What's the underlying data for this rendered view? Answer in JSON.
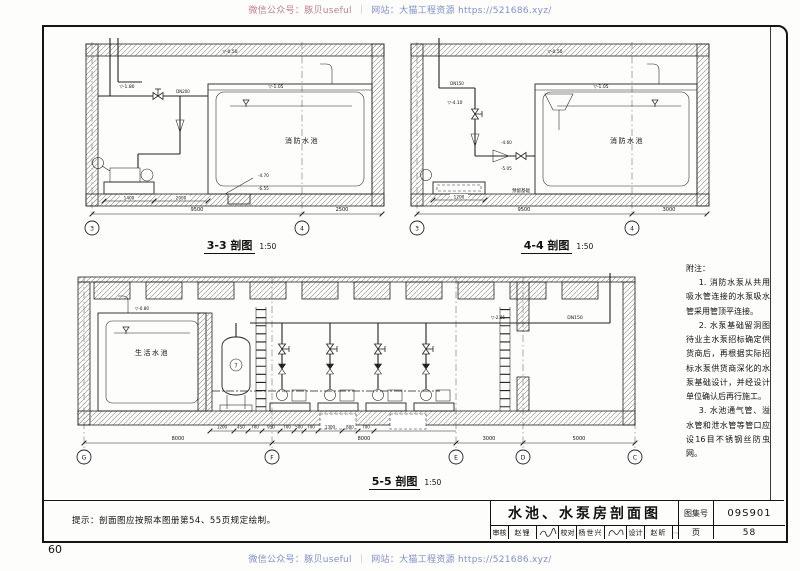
{
  "meta": {
    "page_number": "60"
  },
  "watermark": {
    "wechat": "微信公众号：豚贝useful",
    "separator": "｜",
    "site": "网站：大猫工程资源 https://521686.xyz/"
  },
  "colors": {
    "watermark_rose": "#bc7f92",
    "watermark_blue": "#8090c6",
    "ink": "#151515"
  },
  "drawings": {
    "d33": {
      "title": "3-3 剖图",
      "scale": "1:50",
      "tank_label": "消防水池",
      "bubbles": [
        "3",
        "4"
      ],
      "dim_total": "9500",
      "dim_right": "2500",
      "dim_a": "1400",
      "dim_b": "2000",
      "elev_roof": "▽-0.50",
      "elev_pipe": "▽-1.80",
      "elev_level": "▽-1.05",
      "elev_pit1": "-4.70",
      "elev_pit2": "-6.55",
      "pipe_dn": "DN200"
    },
    "d44": {
      "title": "4-4 剖图",
      "scale": "1:50",
      "tank_label": "消防水池",
      "bubbles": [
        "3",
        "4"
      ],
      "dim_total": "9500",
      "dim_right": "3000",
      "dim_a": "1200",
      "elev_roof": "▽-0.50",
      "elev_pipe": "▽-4.10",
      "elev_level": "▽-1.05",
      "elev_r1": "-4.60",
      "elev_r2": "-5.05",
      "foundation_label": "预留基础",
      "pipe_dn": "DN150"
    },
    "d55": {
      "title": "5-5 剖图",
      "scale": "1:50",
      "tank_label": "生活水池",
      "bubbles": [
        "G",
        "F",
        "E",
        "D",
        "C"
      ],
      "spans": [
        "8000",
        "8000",
        "3000",
        "5000"
      ],
      "small_dims": [
        "1200",
        "450",
        "700",
        "950",
        "700",
        "500",
        "700",
        "1300",
        "800",
        "700"
      ],
      "elev_tank": "▽-0.80",
      "elev_pipe": "▽-2.85",
      "pipe_dn": "DN150",
      "callout": "7"
    }
  },
  "notes": {
    "heading": "附注：",
    "items": [
      "1. 消防水泵从共用吸水管连接的水泵吸水管采用管顶平连接。",
      "2. 水泵基础留洞图待业主水泵招标确定供货商后，再根据实际招标水泵供货商深化的水泵基础设计，并经设计单位确认后再行施工。",
      "3. 水池通气管、溢水管和泄水管等管口应设16目不锈钢丝防虫网。"
    ]
  },
  "hint": "提示：剖面图应按照本图册第54、55页规定绘制。",
  "title_block": {
    "drawing_title": "水池、水泵房剖面图",
    "atlas_no_label": "图集号",
    "atlas_no": "09S901",
    "page_label": "页",
    "page_no": "58",
    "approve_label": "审核",
    "approver": "赵锂",
    "check_label": "校对",
    "checker": "杨世兴",
    "design_label": "设计",
    "designer": "赵昕"
  }
}
